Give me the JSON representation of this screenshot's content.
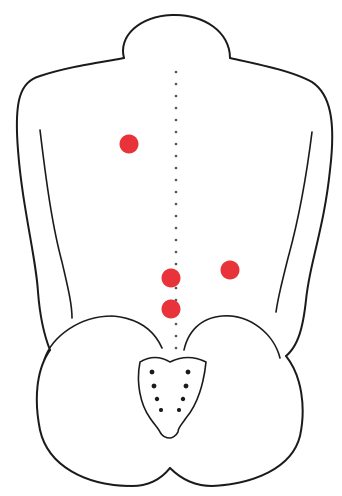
{
  "diagram": {
    "colors": {
      "outline": "#1a1a1a",
      "spine_dot": "#555555",
      "marker": "#e8333a",
      "background": "#ffffff"
    },
    "markers": [
      {
        "id": "upper-left-back"
      },
      {
        "id": "lower-center-spine-1"
      },
      {
        "id": "lower-right-back"
      },
      {
        "id": "lower-center-spine-2"
      }
    ]
  }
}
